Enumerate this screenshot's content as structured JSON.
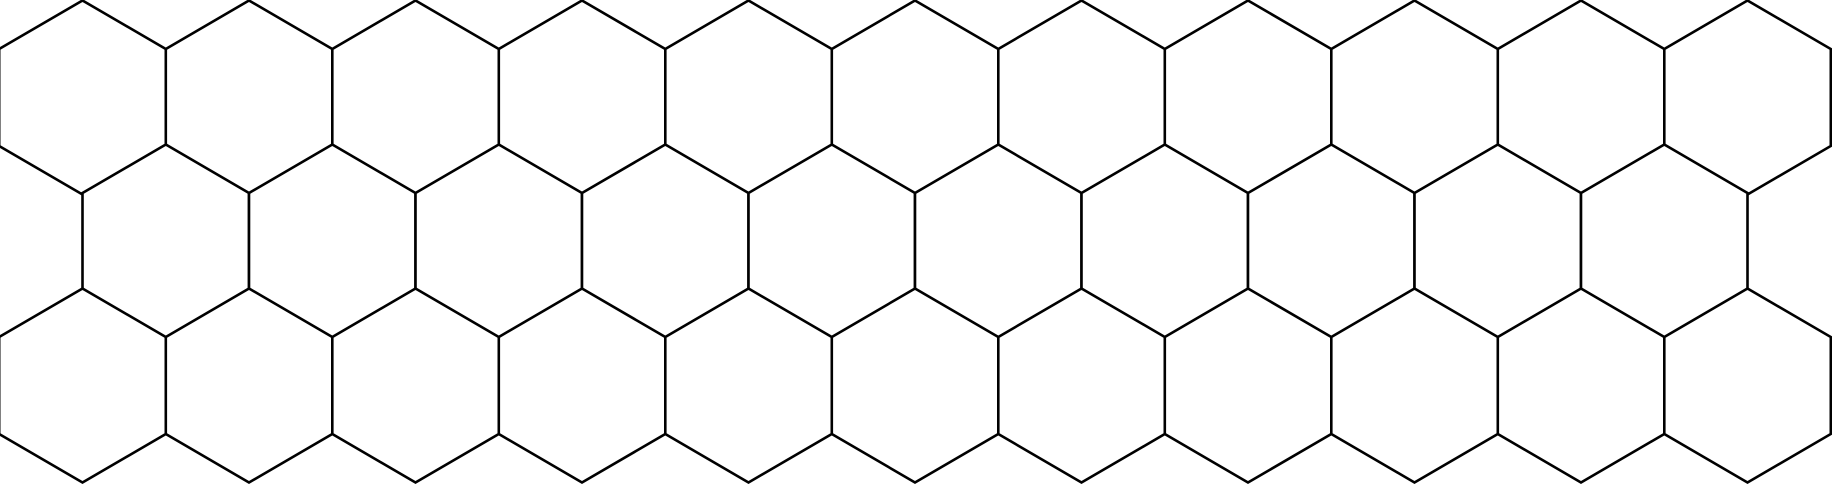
{
  "diagram": {
    "type": "hexagonal-tiling",
    "orientation": "pointy-top",
    "rows": [
      {
        "cells": 11,
        "offset": "none"
      },
      {
        "cells": 10,
        "offset": "half"
      },
      {
        "cells": 11,
        "offset": "none"
      }
    ],
    "colors": {
      "background": "#ffffff",
      "stroke": "#000000",
      "fill": "#ffffff"
    }
  }
}
